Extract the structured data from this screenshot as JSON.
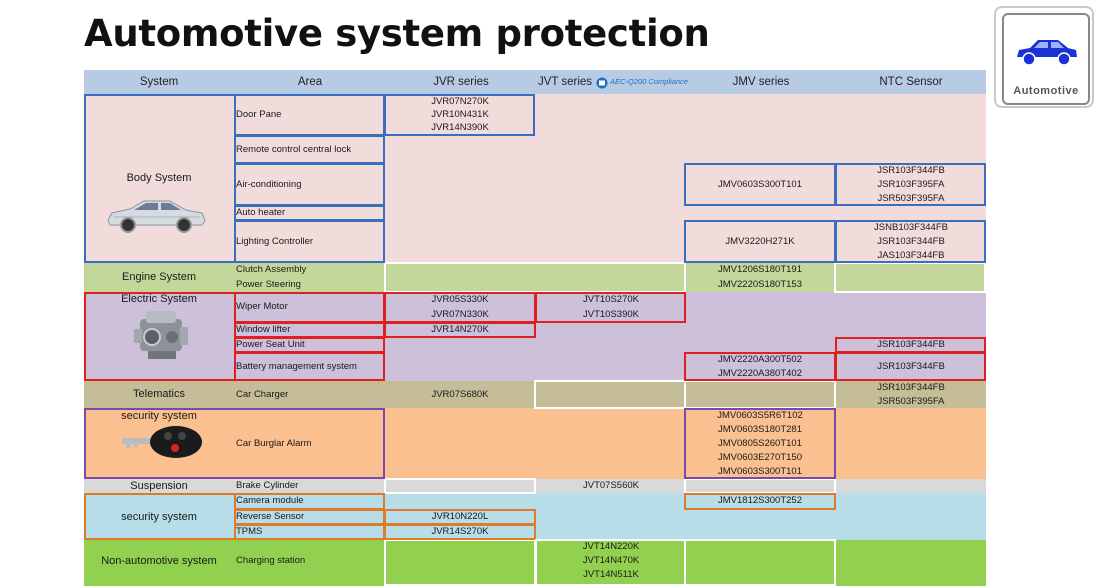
{
  "title": "Automotive system protection",
  "badge": {
    "label": "Automotive",
    "icon": "car-icon",
    "color": "#1a33d6"
  },
  "header": {
    "columns": [
      "System",
      "Area",
      "JVR series",
      "JVT series",
      "JMV series",
      "NTC Sensor"
    ],
    "aec_label": "AEC-Q200 Compliance"
  },
  "colors": {
    "header": "#b7cce4",
    "body": "#f2dcdb",
    "engine": "#c4d79b",
    "electric": "#ccc0da",
    "telematics": "#c4bd97",
    "security": "#fac090",
    "suspension": "#d9d9d9",
    "security2": "#b7dde8",
    "non_auto": "#92d050"
  },
  "rows": {
    "body": {
      "system": "Body System",
      "areas": [
        "Door Pane",
        "Remote control central lock",
        "Air-conditioning",
        "Auto heater",
        "Lighting Controller"
      ],
      "jvr_door": [
        "JVR07N270K",
        "JVR10N431K",
        "JVR14N390K"
      ],
      "jmv_air": "JMV0603S300T101",
      "ntc_air": [
        "JSR103F344FB",
        "JSR103F395FA",
        "JSR503F395FA"
      ],
      "jmv_light": "JMV3220H271K",
      "ntc_light": [
        "JSNB103F344FB",
        "JSR103F344FB",
        "JAS103F344FB"
      ]
    },
    "engine": {
      "system": "Engine System",
      "areas": [
        "Clutch Assembly",
        "Power Steering"
      ],
      "jmv": [
        "JMV1206S180T191",
        "JMV2220S180T153"
      ]
    },
    "electric": {
      "system": "Electric System",
      "areas": [
        "Wiper Motor",
        "Window lifter",
        "Power Seat Unit",
        "Battery management system"
      ],
      "jvr_wiper": [
        "JVR05S330K",
        "JVR07N330K"
      ],
      "jvr_window": "JVR14N270K",
      "jvt_wiper": [
        "JVT10S270K",
        "JVT10S390K"
      ],
      "ntc_seat": "JSR103F344FB",
      "jmv_battery": [
        "JMV2220A300T502",
        "JMV2220A380T402"
      ],
      "ntc_battery": "JSR103F344FB"
    },
    "telematics": {
      "system": "Telematics",
      "area": "Car Charger",
      "jvr": "JVR07S680K",
      "ntc": [
        "JSR103F344FB",
        "JSR503F395FA"
      ]
    },
    "security": {
      "system": "security system",
      "area": "Car Burglar Alarm",
      "jmv": [
        "JMV0603S5R6T102",
        "JMV0603S180T281",
        "JMV0805S260T101",
        "JMV0603E270T150",
        "JMV0603S300T101"
      ]
    },
    "suspension": {
      "system": "Suspension",
      "area": "Brake Cylinder",
      "jvt": "JVT07S560K"
    },
    "security2": {
      "system": "security system",
      "areas": [
        "Camera module",
        "Reverse Sensor",
        "TPMS"
      ],
      "jmv_camera": "JMV1812S300T252",
      "jvr_reverse": "JVR10N220L",
      "jvr_tpms": "JVR14S270K"
    },
    "non_auto": {
      "system": "Non-automotive system",
      "area": "Charging station",
      "jvt": [
        "JVT14N220K",
        "JVT14N470K",
        "JVT14N511K"
      ]
    }
  }
}
